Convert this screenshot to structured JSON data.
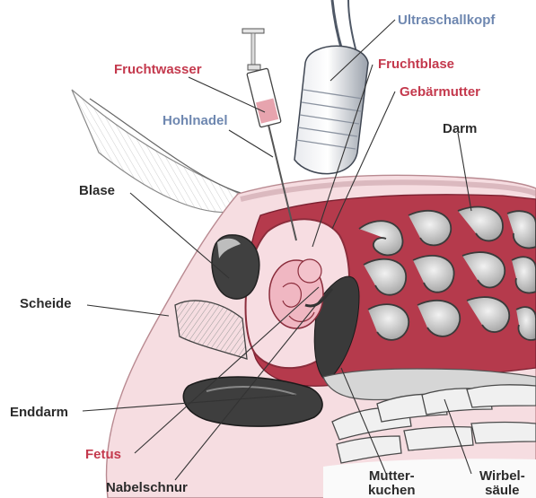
{
  "colors": {
    "red_label": "#c4394d",
    "blue_label": "#6e87b0",
    "black_label": "#2b2b2b",
    "uterus_red": "#b53a4c",
    "fetal_pink": "#f2c7cf",
    "skin_pink": "#f4d7dc"
  },
  "labels": {
    "ultraschallkopf": "Ultraschallkopf",
    "fruchtblase": "Fruchtblase",
    "fruchtwasser": "Fruchtwasser",
    "gebaermutter": "Gebärmutter",
    "hohlnadel": "Hohlnadel",
    "darm": "Darm",
    "blase": "Blase",
    "scheide": "Scheide",
    "enddarm": "Enddarm",
    "fetus": "Fetus",
    "nabelschnur": "Nabelschnur",
    "mutterkuchen_1": "Mutter-",
    "mutterkuchen_2": "kuchen",
    "wirbelsaeule_1": "Wirbel-",
    "wirbelsaeule_2": "säule"
  },
  "label_colors": {
    "ultraschallkopf": "blue",
    "hohlnadel": "blue",
    "fruchtblase": "red",
    "fruchtwasser": "red",
    "gebaermutter": "red",
    "fetus": "red",
    "darm": "black",
    "blase": "black",
    "scheide": "black",
    "enddarm": "black",
    "nabelschnur": "black",
    "mutterkuchen": "black",
    "wirbelsaeule": "black"
  }
}
